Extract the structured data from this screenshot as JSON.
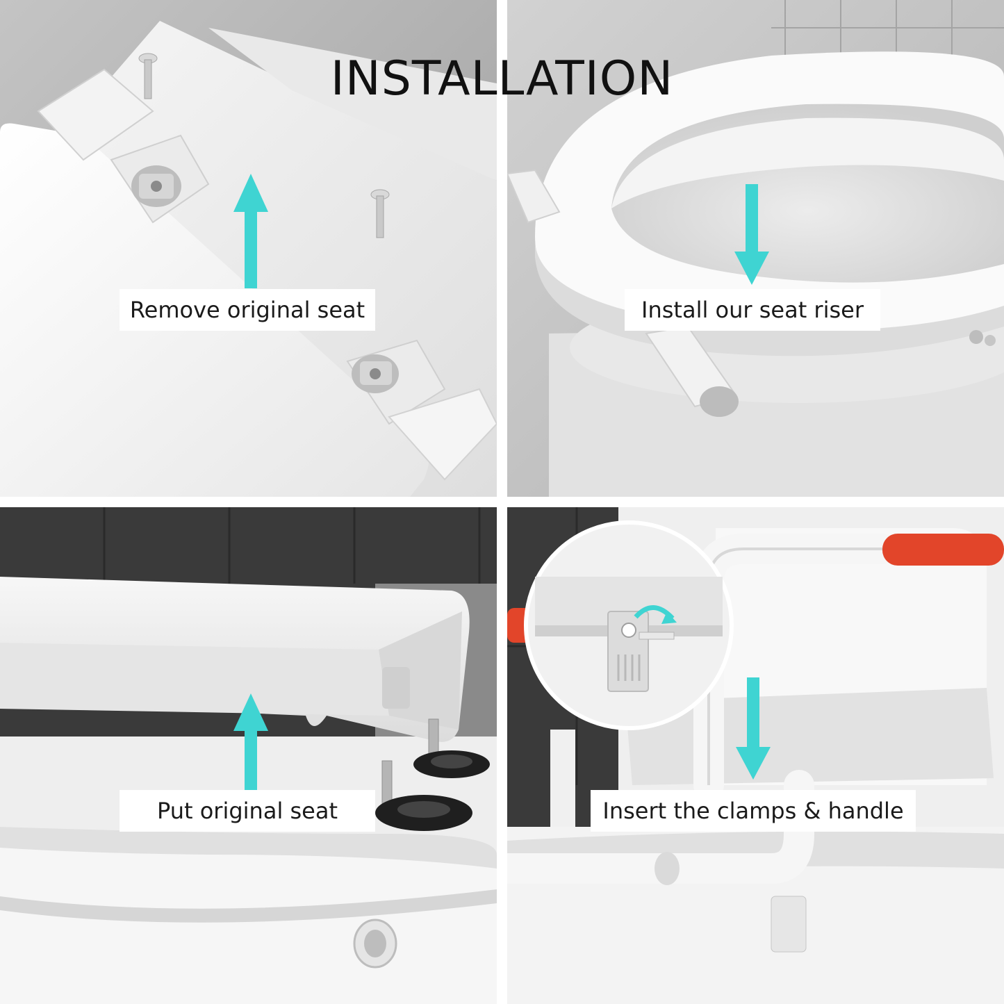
{
  "title": "INSTALLATION",
  "steps": [
    {
      "label": "Remove original seat",
      "arrow": "up-arrow-icon"
    },
    {
      "label": "Install our seat riser",
      "arrow": "down-arrow-icon"
    },
    {
      "label": "Put original seat",
      "arrow": "up-arrow-icon"
    },
    {
      "label": "Insert the clamps & handle",
      "arrow": "down-arrow-icon"
    }
  ],
  "colors": {
    "arrow": "#3fd4d2",
    "handle": "#e2452a",
    "wall_tile": "#3a3a3a"
  }
}
